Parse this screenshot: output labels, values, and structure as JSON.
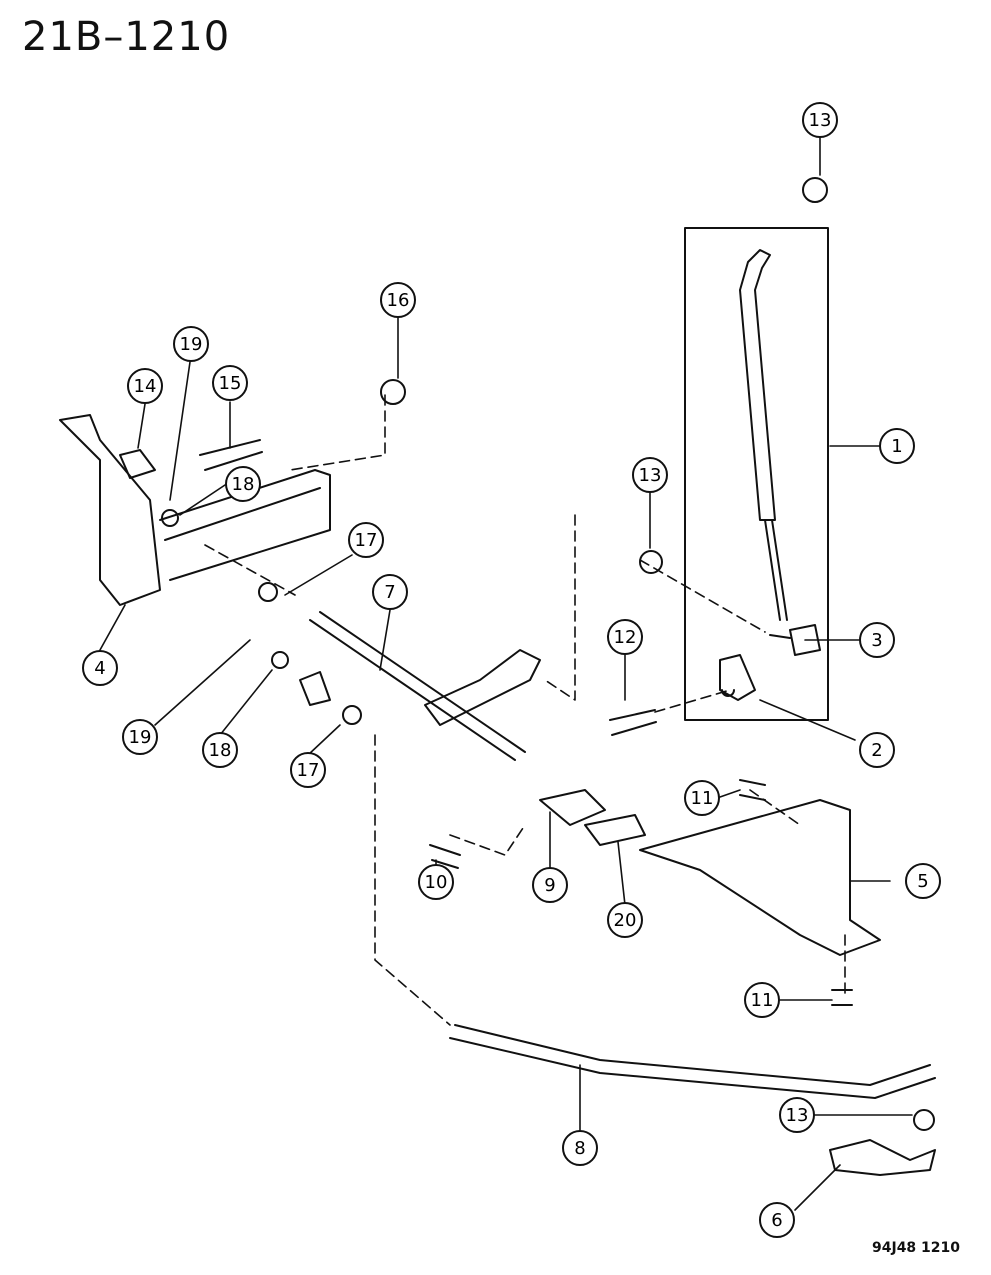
{
  "title": "21B–1210",
  "footer_code": "94J48  1210",
  "callouts": [
    {
      "id": "c1",
      "label": "1"
    },
    {
      "id": "c2",
      "label": "2"
    },
    {
      "id": "c3",
      "label": "3"
    },
    {
      "id": "c4",
      "label": "4"
    },
    {
      "id": "c5",
      "label": "5"
    },
    {
      "id": "c6",
      "label": "6"
    },
    {
      "id": "c7",
      "label": "7"
    },
    {
      "id": "c8",
      "label": "8"
    },
    {
      "id": "c9",
      "label": "9"
    },
    {
      "id": "c10",
      "label": "10"
    },
    {
      "id": "c11a",
      "label": "11"
    },
    {
      "id": "c11b",
      "label": "11"
    },
    {
      "id": "c12",
      "label": "12"
    },
    {
      "id": "c13a",
      "label": "13"
    },
    {
      "id": "c13b",
      "label": "13"
    },
    {
      "id": "c13c",
      "label": "13"
    },
    {
      "id": "c14",
      "label": "14"
    },
    {
      "id": "c15",
      "label": "15"
    },
    {
      "id": "c16",
      "label": "16"
    },
    {
      "id": "c17a",
      "label": "17"
    },
    {
      "id": "c17b",
      "label": "17"
    },
    {
      "id": "c18a",
      "label": "18"
    },
    {
      "id": "c18b",
      "label": "18"
    },
    {
      "id": "c19a",
      "label": "19"
    },
    {
      "id": "c19b",
      "label": "19"
    },
    {
      "id": "c20",
      "label": "20"
    }
  ]
}
